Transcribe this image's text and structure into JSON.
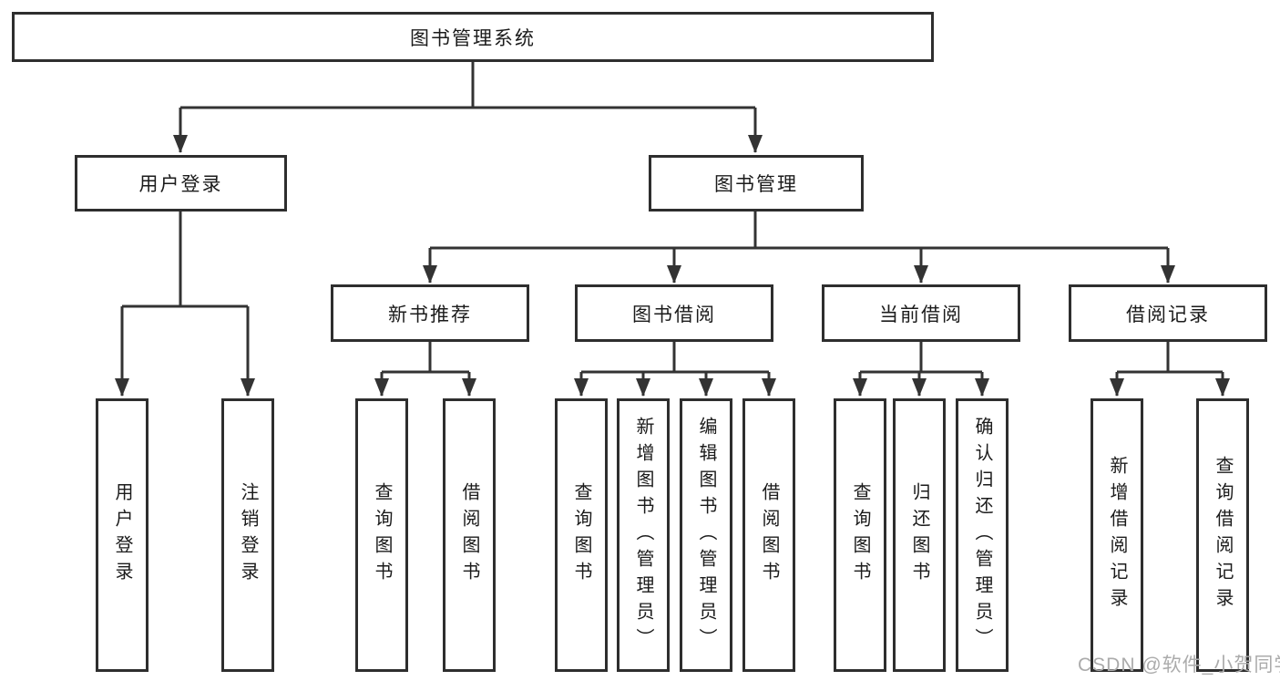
{
  "tree": {
    "label": "图书管理系统",
    "children": [
      {
        "label": "用户登录",
        "children": [
          {
            "label": "用户登录"
          },
          {
            "label": "注销登录"
          }
        ]
      },
      {
        "label": "图书管理",
        "children": [
          {
            "label": "新书推荐",
            "children": [
              {
                "label": "查询图书"
              },
              {
                "label": "借阅图书"
              }
            ]
          },
          {
            "label": "图书借阅",
            "children": [
              {
                "label": "查询图书"
              },
              {
                "label": "新增图书（管理员）"
              },
              {
                "label": "编辑图书（管理员）"
              },
              {
                "label": "借阅图书"
              }
            ]
          },
          {
            "label": "当前借阅",
            "children": [
              {
                "label": "查询图书"
              },
              {
                "label": "归还图书"
              },
              {
                "label": "确认归还（管理员）"
              }
            ]
          },
          {
            "label": "借阅记录",
            "children": [
              {
                "label": "新增借阅记录"
              },
              {
                "label": "查询借阅记录"
              }
            ]
          }
        ]
      }
    ]
  },
  "watermark": {
    "text": "CSDN @软件_小贺同学"
  },
  "colors": {
    "line": "#333333",
    "box_border": "#2e2e2e",
    "text": "#1b1b1b",
    "watermark": "#ababab",
    "background": "#ffffff"
  }
}
